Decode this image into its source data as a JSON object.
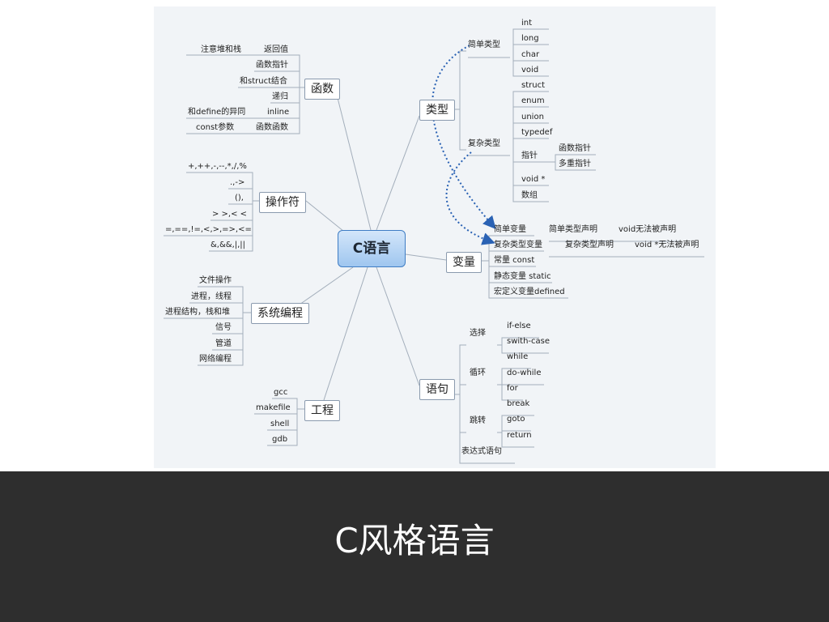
{
  "slide_title": "C风格语言",
  "mindmap": {
    "center": "C语言",
    "functions": {
      "label": "函数",
      "items": [
        "注意堆和栈",
        "返回值",
        "函数指针",
        "和struct结合",
        "递归",
        "和define的异同",
        "inline",
        "const参数",
        "函数函数"
      ]
    },
    "operators": {
      "label": "操作符",
      "items": [
        "+,++,-,--,*,/,%",
        ".,->",
        "(),",
        "> >,< <",
        "=,==,!=,<,>,=>,<=",
        "&,&&,|,||"
      ]
    },
    "sysprog": {
      "label": "系统编程",
      "items": [
        "文件操作",
        "进程，线程",
        "进程结构，栈和堆",
        "信号",
        "管道",
        "网络编程"
      ]
    },
    "project": {
      "label": "工程",
      "items": [
        "gcc",
        "makefile",
        "shell",
        "gdb"
      ]
    },
    "types": {
      "label": "类型",
      "simple_label": "简单类型",
      "simple": [
        "int",
        "long",
        "char",
        "void"
      ],
      "complex_label": "复杂类型",
      "complex": [
        "struct",
        "enum",
        "union",
        "typedef"
      ],
      "pointer_label": "指针",
      "pointer": [
        "函数指针",
        "多重指针"
      ],
      "rest": [
        "void *",
        "数组"
      ]
    },
    "variables": {
      "label": "变量",
      "simple_var": "简单变量",
      "simple_decl": "简单类型声明",
      "simple_note": "void无法被声明",
      "complex_var": "复杂类型变量",
      "complex_decl": "复杂类型声明",
      "complex_note": "void *无法被声明",
      "items": [
        "常量 const",
        "静态变量 static",
        "宏定义变量defined"
      ]
    },
    "statements": {
      "label": "语句",
      "select_label": "选择",
      "select": [
        "if-else",
        "swith-case"
      ],
      "loop_label": "循环",
      "loop": [
        "while",
        "do-while",
        "for"
      ],
      "jump_label": "跳转",
      "jump": [
        "break",
        "goto",
        "return"
      ],
      "expr": "表达式语句"
    }
  },
  "colors": {
    "background": "#f1f4f7",
    "line": "#8a9aae",
    "dotted_arrow": "#2a62b4",
    "center_fill": "#b6d4f3",
    "bar": "#2e2e2e"
  }
}
